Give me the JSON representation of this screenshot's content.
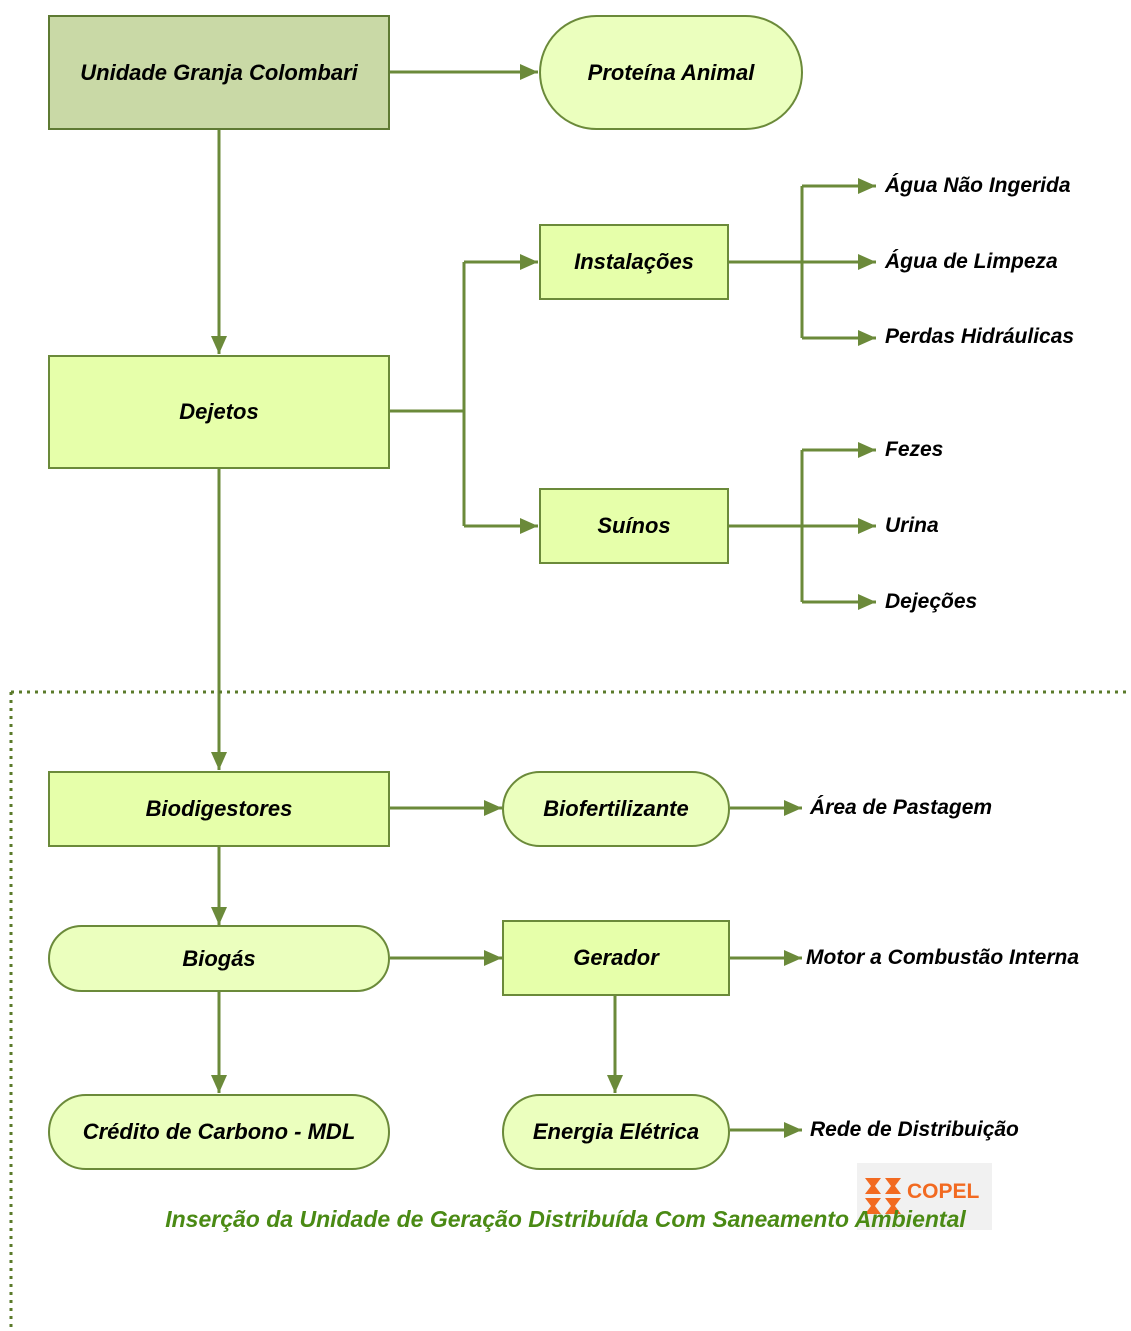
{
  "nodes": {
    "unidade": "Unidade Granja Colombari",
    "proteina": "Proteína Animal",
    "dejetos": "Dejetos",
    "instalacoes": "Instalações",
    "suinos": "Suínos",
    "biodigestores": "Biodigestores",
    "biofertilizante": "Biofertilizante",
    "biogas": "Biogás",
    "gerador": "Gerador",
    "credito": "Crédito de Carbono - MDL",
    "energia": "Energia Elétrica"
  },
  "outputs": {
    "agua_nao_ingerida": "Água Não Ingerida",
    "agua_limpeza": "Água de Limpeza",
    "perdas": "Perdas Hidráulicas",
    "fezes": "Fezes",
    "urina": "Urina",
    "dejecoes": "Dejeções",
    "area_pastagem": "Área de Pastagem",
    "motor": "Motor a Combustão Interna",
    "rede": "Rede de Distribuição"
  },
  "logo": {
    "text": "COPEL",
    "color": "#f26a21"
  },
  "footer": "Inserção da Unidade de Geração Distribuída Com Saneamento Ambiental",
  "colors": {
    "line": "#6b8a3a",
    "box_fill": "#e6ffaa",
    "box_dark": "#c9d9a6",
    "footer": "#4a8a14"
  }
}
